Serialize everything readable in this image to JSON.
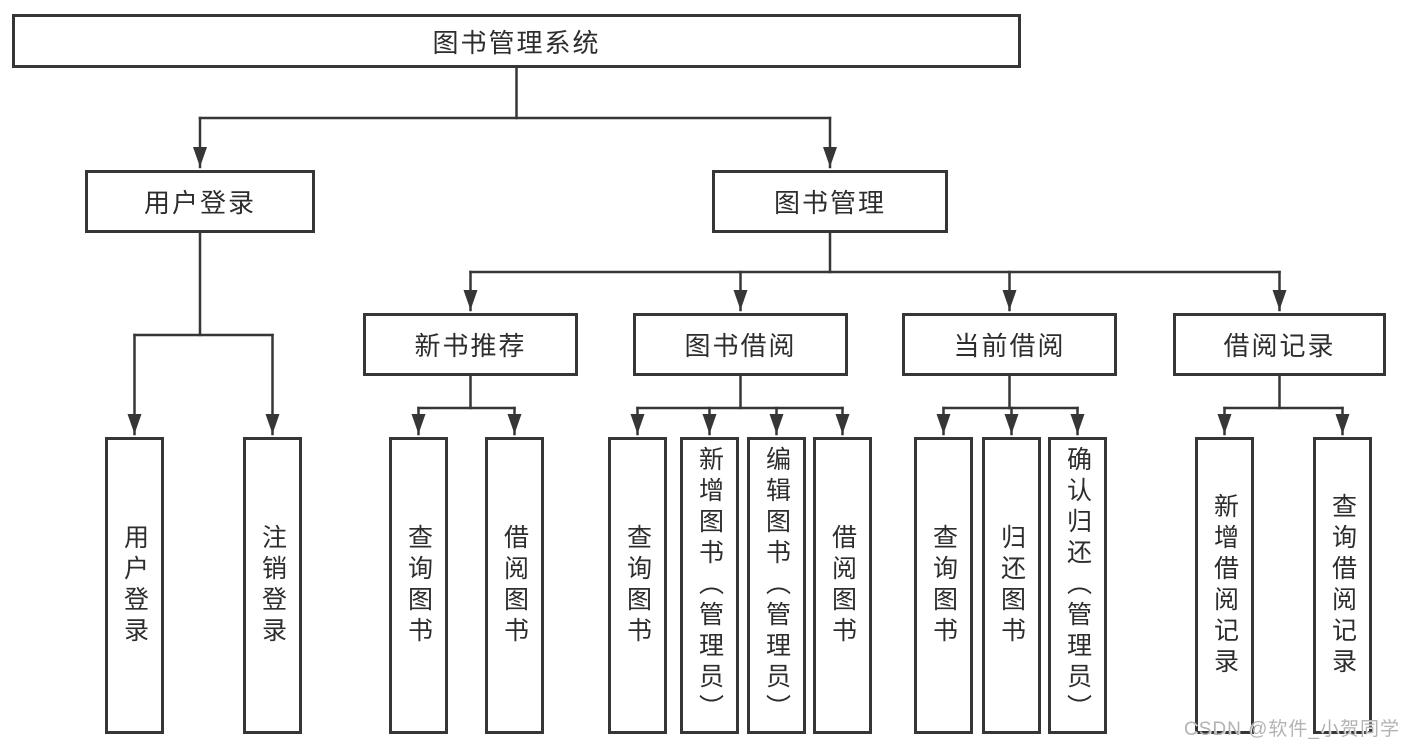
{
  "colors": {
    "line": "#363636",
    "border": "#363636",
    "fill": "#ffffff",
    "text": "#2d2d2d",
    "watermark": "#b3b3b3"
  },
  "watermark": {
    "text": "CSDN @软件_小贺同学"
  },
  "tree": {
    "root": {
      "label": "图书管理系统",
      "children": [
        {
          "label": "用户登录",
          "children": [
            {
              "label": "用户登录"
            },
            {
              "label": "注销登录"
            }
          ]
        },
        {
          "label": "图书管理",
          "children": [
            {
              "label": "新书推荐",
              "children": [
                {
                  "label": "查询图书"
                },
                {
                  "label": "借阅图书"
                }
              ]
            },
            {
              "label": "图书借阅",
              "children": [
                {
                  "label": "查询图书"
                },
                {
                  "label": "新增图书（管理员）"
                },
                {
                  "label": "编辑图书（管理员）"
                },
                {
                  "label": "借阅图书"
                }
              ]
            },
            {
              "label": "当前借阅",
              "children": [
                {
                  "label": "查询图书"
                },
                {
                  "label": "归还图书"
                },
                {
                  "label": "确认归还（管理员）"
                }
              ]
            },
            {
              "label": "借阅记录",
              "children": [
                {
                  "label": "新增借阅记录"
                },
                {
                  "label": "查询借阅记录"
                }
              ]
            }
          ]
        }
      ]
    }
  }
}
